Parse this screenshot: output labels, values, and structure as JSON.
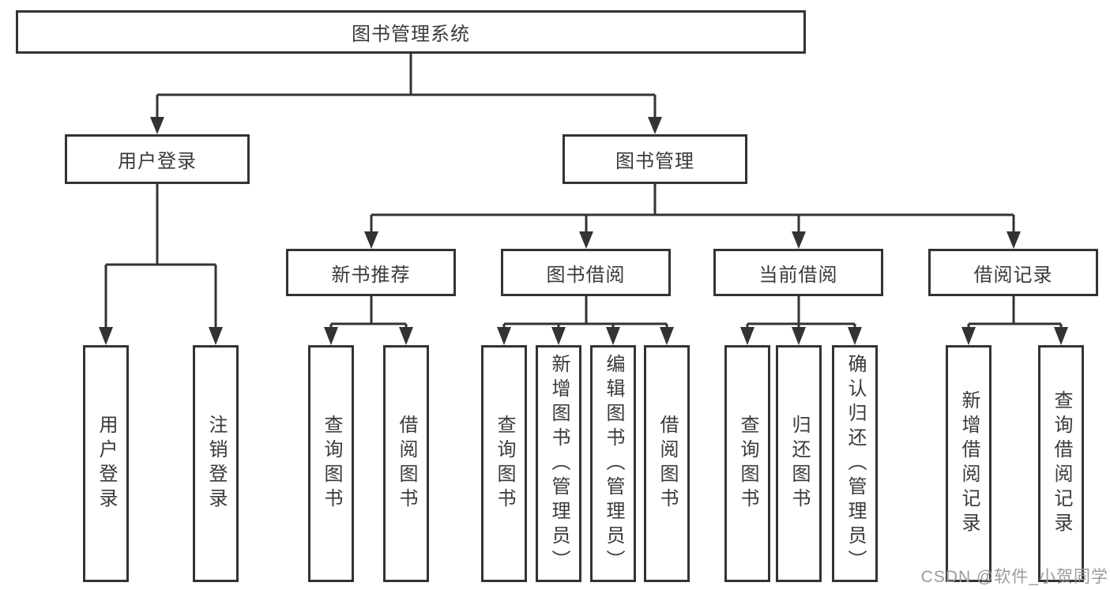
{
  "tree": {
    "label": "图书管理系统",
    "children": [
      {
        "label": "用户登录",
        "children": [
          {
            "label": "用户登录"
          },
          {
            "label": "注销登录"
          }
        ]
      },
      {
        "label": "图书管理",
        "children": [
          {
            "label": "新书推荐",
            "children": [
              {
                "label": "查询图书"
              },
              {
                "label": "借阅图书"
              }
            ]
          },
          {
            "label": "图书借阅",
            "children": [
              {
                "label": "查询图书"
              },
              {
                "label": "新增图书（管理员）"
              },
              {
                "label": "编辑图书（管理员）"
              },
              {
                "label": "借阅图书"
              }
            ]
          },
          {
            "label": "当前借阅",
            "children": [
              {
                "label": "查询图书"
              },
              {
                "label": "归还图书"
              },
              {
                "label": "确认归还（管理员）"
              }
            ]
          },
          {
            "label": "借阅记录",
            "children": [
              {
                "label": "新增借阅记录"
              },
              {
                "label": "查询借阅记录"
              }
            ]
          }
        ]
      }
    ]
  },
  "watermark": {
    "text": "CSDN @软件_小贺同学"
  },
  "colors": {
    "line": "#333333",
    "text": "#3a3a3a",
    "box_background": "#ffffff",
    "watermark": "#9b9b9b",
    "background": "#ffffff"
  }
}
